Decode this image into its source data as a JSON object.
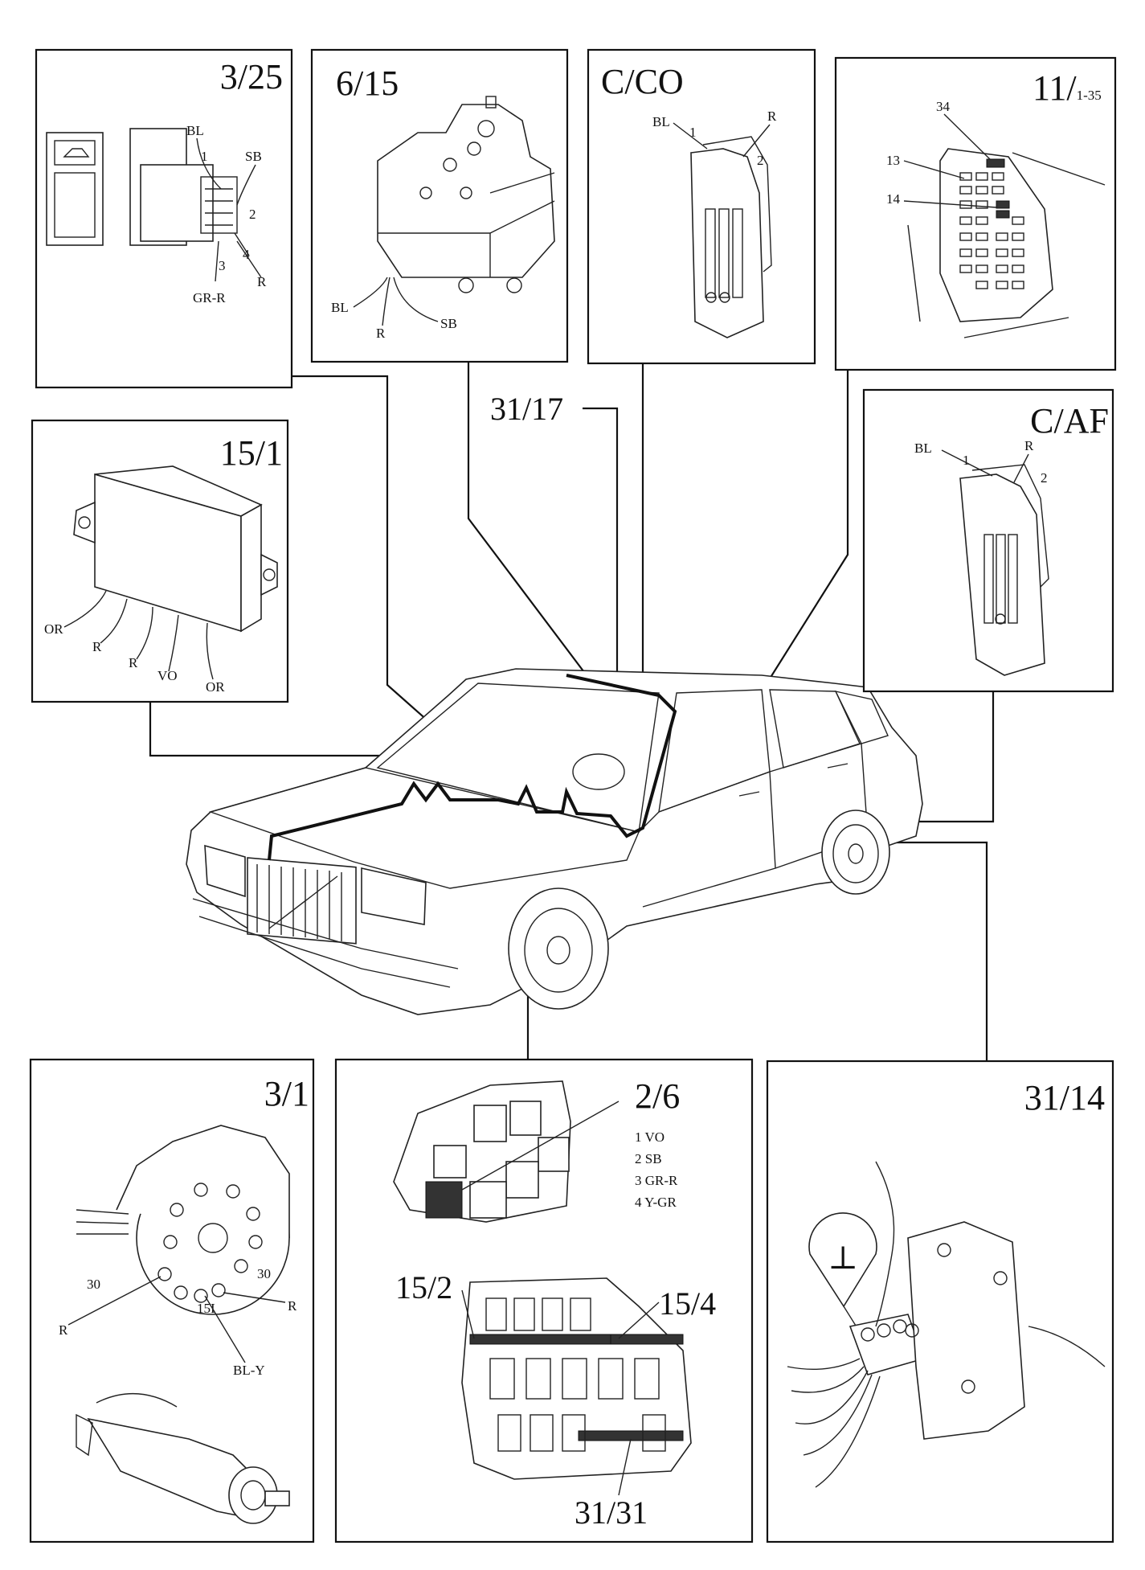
{
  "panels": {
    "p325": {
      "title": "3/25",
      "labels": {
        "bl": "BL",
        "sb": "SB",
        "r": "R",
        "grr": "GR-R",
        "n1": "1",
        "n2": "2",
        "n3": "3",
        "n4": "4"
      }
    },
    "p615": {
      "title": "6/15",
      "labels": {
        "bl": "BL",
        "r": "R",
        "sb": "SB"
      }
    },
    "pcco": {
      "title": "C/CO",
      "labels": {
        "bl": "BL",
        "r": "R",
        "n1": "1",
        "n2": "2"
      }
    },
    "p11": {
      "title": "11/",
      "title_suffix": "1-35",
      "labels": {
        "n34": "34",
        "n13": "13",
        "n14": "14"
      }
    },
    "p151": {
      "title": "15/1",
      "labels": {
        "or1": "OR",
        "r1": "R",
        "r2": "R",
        "vo": "VO",
        "or2": "OR"
      }
    },
    "pcaf": {
      "title": "C/AF",
      "labels": {
        "bl": "BL",
        "r": "R",
        "n1": "1",
        "n2": "2"
      }
    },
    "p31": {
      "title": "3/1",
      "labels": {
        "t30a": "30",
        "t30b": "30",
        "t15": "15I",
        "r1": "R",
        "r2": "R",
        "bly": "BL-Y"
      }
    },
    "p26": {
      "title": "2/6",
      "legend": [
        "1  VO",
        "2  SB",
        "3  GR-R",
        "4  Y-GR"
      ],
      "l152": "15/2",
      "l154": "15/4",
      "l3131": "31/31"
    },
    "p3114": {
      "title": "31/14",
      "ground_symbol": "⊥"
    }
  },
  "callout_3117": "31/17"
}
